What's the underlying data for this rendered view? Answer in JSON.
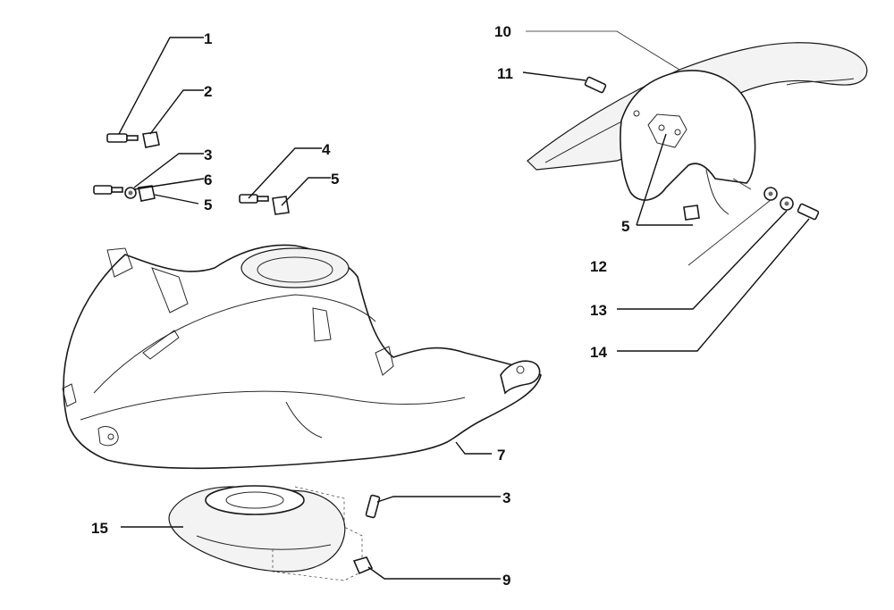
{
  "callouts": [
    {
      "label": "1"
    },
    {
      "label": "2"
    },
    {
      "label": "3"
    },
    {
      "label": "6"
    },
    {
      "label": "5"
    },
    {
      "label": "4"
    },
    {
      "label": "5"
    },
    {
      "label": "10"
    },
    {
      "label": "11"
    },
    {
      "label": "5"
    },
    {
      "label": "12"
    },
    {
      "label": "13"
    },
    {
      "label": "14"
    },
    {
      "label": "7"
    },
    {
      "label": "15"
    },
    {
      "label": "3"
    },
    {
      "label": "9"
    }
  ]
}
